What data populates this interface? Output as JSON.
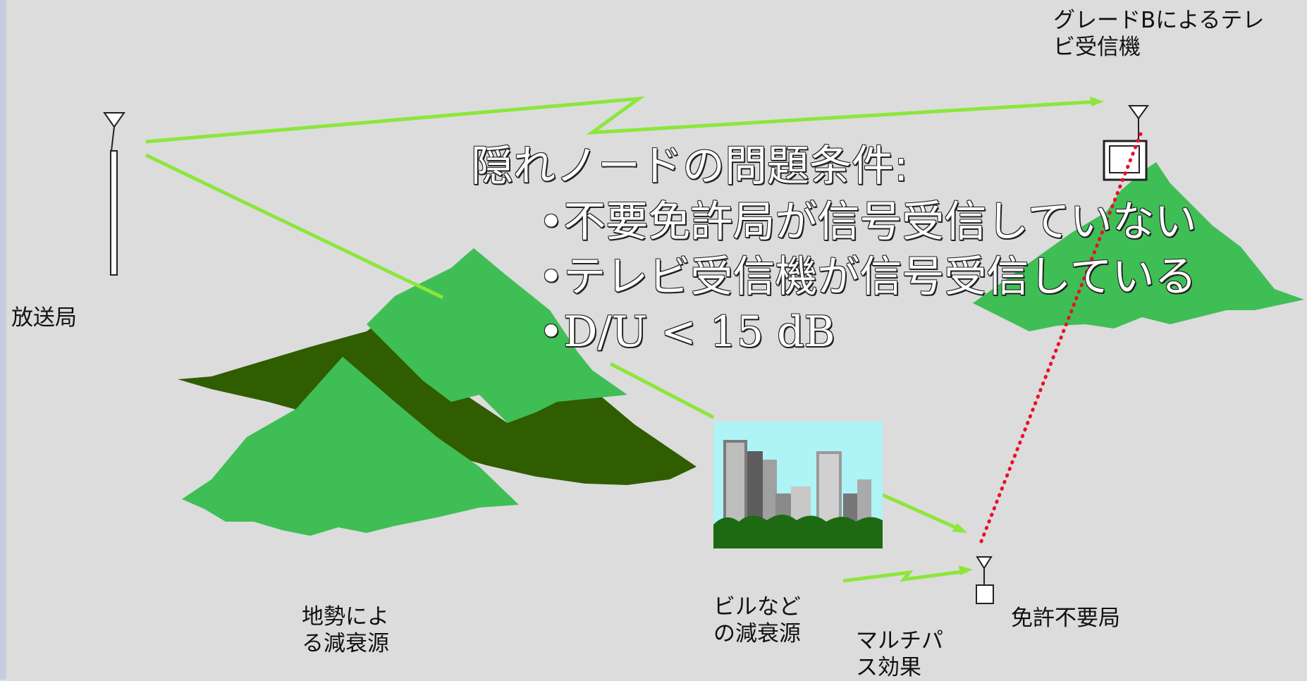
{
  "labels": {
    "broadcast_station": "放送局",
    "tv_receiver": [
      "グレードBによるテレ",
      "ビ受信機"
    ],
    "terrain": [
      "地勢によ",
      "る減衰源"
    ],
    "buildings": [
      "ビルなど",
      "の減衰源"
    ],
    "multipath": [
      "マルチパ",
      "ス効果"
    ],
    "unlicensed_station": "免許不要局"
  },
  "hidden_node": {
    "title": "隠れノードの問題条件:",
    "conditions": [
      "•不要免許局が信号受信していない",
      "•テレビ受信機が信号受信している",
      "•D/U < 15 dB"
    ]
  },
  "colors": {
    "background": "#dcdcdc",
    "signal_line": "#8ce63c",
    "mountain_light": "#3fbe55",
    "mountain_dark": "#2f5d00",
    "interference_dots": "#e8102a",
    "sky": "#aef4f6"
  }
}
